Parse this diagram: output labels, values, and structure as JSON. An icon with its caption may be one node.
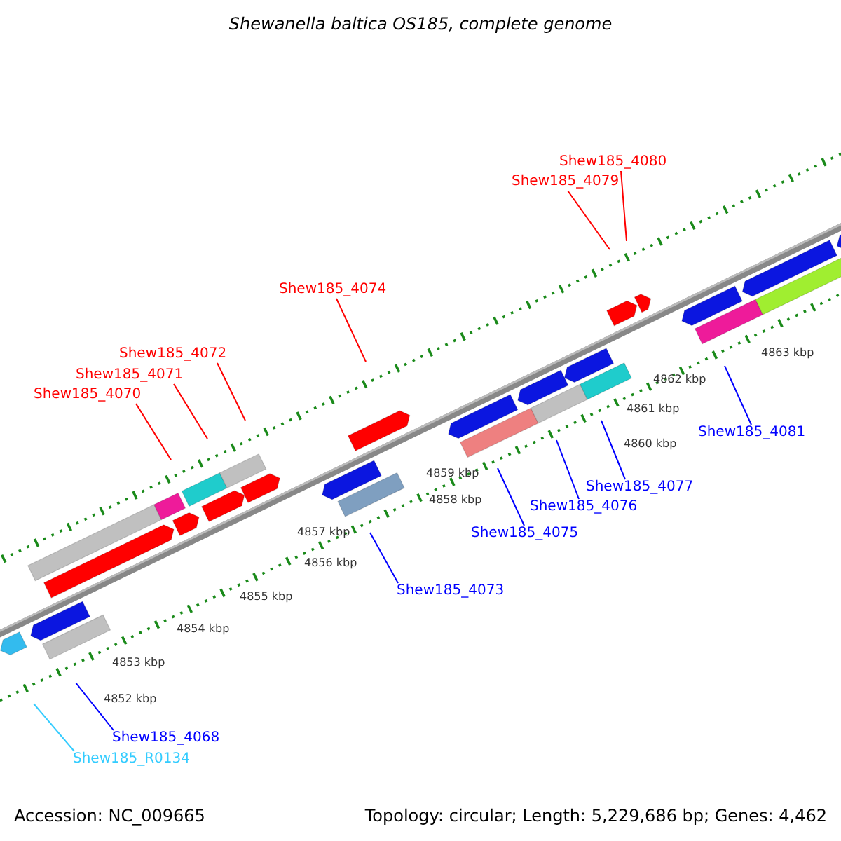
{
  "diagram": {
    "title": "Shewanella baltica OS185, complete genome",
    "nodes": [
      {
        "text": [
          "Shew185_4080"
        ]
      },
      {
        "text": [
          "Shew185_4079"
        ]
      },
      {
        "text": [
          "Shew185_4074"
        ]
      },
      {
        "text": [
          "Shew185_4072"
        ]
      },
      {
        "text": [
          "Shew185_4071"
        ]
      },
      {
        "text": [
          "Shew185_4070"
        ]
      },
      {
        "text": [
          "Shew185_4081"
        ]
      },
      {
        "text": [
          "Shew185_4077"
        ]
      },
      {
        "text": [
          "Shew185_4076"
        ]
      },
      {
        "text": [
          "Shew185_4075"
        ]
      },
      {
        "text": [
          "Shew185_4073"
        ]
      },
      {
        "text": [
          "Shew185_4068"
        ]
      },
      {
        "text": [
          "Shew185_R0134"
        ]
      }
    ],
    "edges": [
      {
        "from": 0,
        "to": null,
        "arrow": "none",
        "color": "#ff0000"
      },
      {
        "from": 1,
        "to": null,
        "arrow": "none",
        "color": "#ff0000"
      },
      {
        "from": 2,
        "to": null,
        "arrow": "none",
        "color": "#ff0000"
      },
      {
        "from": 3,
        "to": null,
        "arrow": "none",
        "color": "#ff0000"
      },
      {
        "from": 4,
        "to": null,
        "arrow": "none",
        "color": "#ff0000"
      },
      {
        "from": 5,
        "to": null,
        "arrow": "none",
        "color": "#ff0000"
      },
      {
        "from": 6,
        "to": null,
        "arrow": "none",
        "color": "#0000ff"
      },
      {
        "from": 7,
        "to": null,
        "arrow": "none",
        "color": "#0000ff"
      },
      {
        "from": 8,
        "to": null,
        "arrow": "none",
        "color": "#0000ff"
      },
      {
        "from": 9,
        "to": null,
        "arrow": "none",
        "color": "#0000ff"
      },
      {
        "from": 10,
        "to": null,
        "arrow": "none",
        "color": "#0000ff"
      },
      {
        "from": 11,
        "to": null,
        "arrow": "none",
        "color": "#0000ff"
      },
      {
        "from": 12,
        "to": null,
        "arrow": "none",
        "color": "#33ccff"
      }
    ],
    "labels": [
      "4863 kbp",
      "4862 kbp",
      "4861 kbp",
      "4860 kbp",
      "4859 kbp",
      "4858 kbp",
      "4857 kbp",
      "4856 kbp",
      "4855 kbp",
      "4854 kbp",
      "4853 kbp",
      "4852 kbp",
      "Accession: NC_009665",
      "Topology: circular; Length: 5,229,686 bp; Genes: 4,462"
    ]
  }
}
